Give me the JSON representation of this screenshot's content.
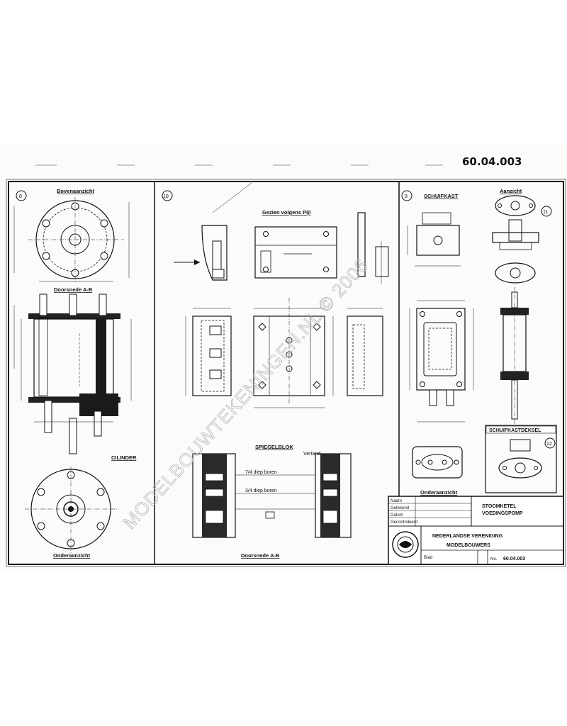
{
  "drawing_number_handwritten": "60.04.003",
  "sheets": {
    "left": {
      "badge": "8",
      "views": {
        "top_view": "Bovenaanzicht",
        "section": "Doorsnede A-B",
        "part_name": "CILINDER",
        "bottom_view": "Onderaanzicht"
      }
    },
    "middle": {
      "badge": "10",
      "views": {
        "cast_view": "Gezien volgens Pijl",
        "part_name": "SPIEGELBLOK",
        "section": "Doorsnede A-B"
      },
      "notes": [
        "7/4 diep boren",
        "3/4 diep boren",
        "Vertand"
      ]
    },
    "right": {
      "badge": "9",
      "part_name": "SCHUIFKAST",
      "callout_badge_top": "11",
      "callout_badge_bottom": "12",
      "views": {
        "top_view": "Aanzicht",
        "bottom_view": "Onderaanzicht",
        "cover_name": "SCHUIFKASTDEKSEL"
      }
    }
  },
  "title_block": {
    "rows_left": [
      "Naam",
      "Getekend",
      "Datum",
      "Gecontroleerd"
    ],
    "title_line1": "STOOMKETEL",
    "title_line2": "VOEDINGSPOMP",
    "org_line1": "NEDERLANDSE VERENIGING",
    "org_line2": "MODELBOUWERS",
    "sheet_label": "Blad",
    "number_prefix": "No.",
    "number_value": "60.04.003"
  },
  "watermark": "MODELBOUWTEKENINGEN.NL © 2006"
}
